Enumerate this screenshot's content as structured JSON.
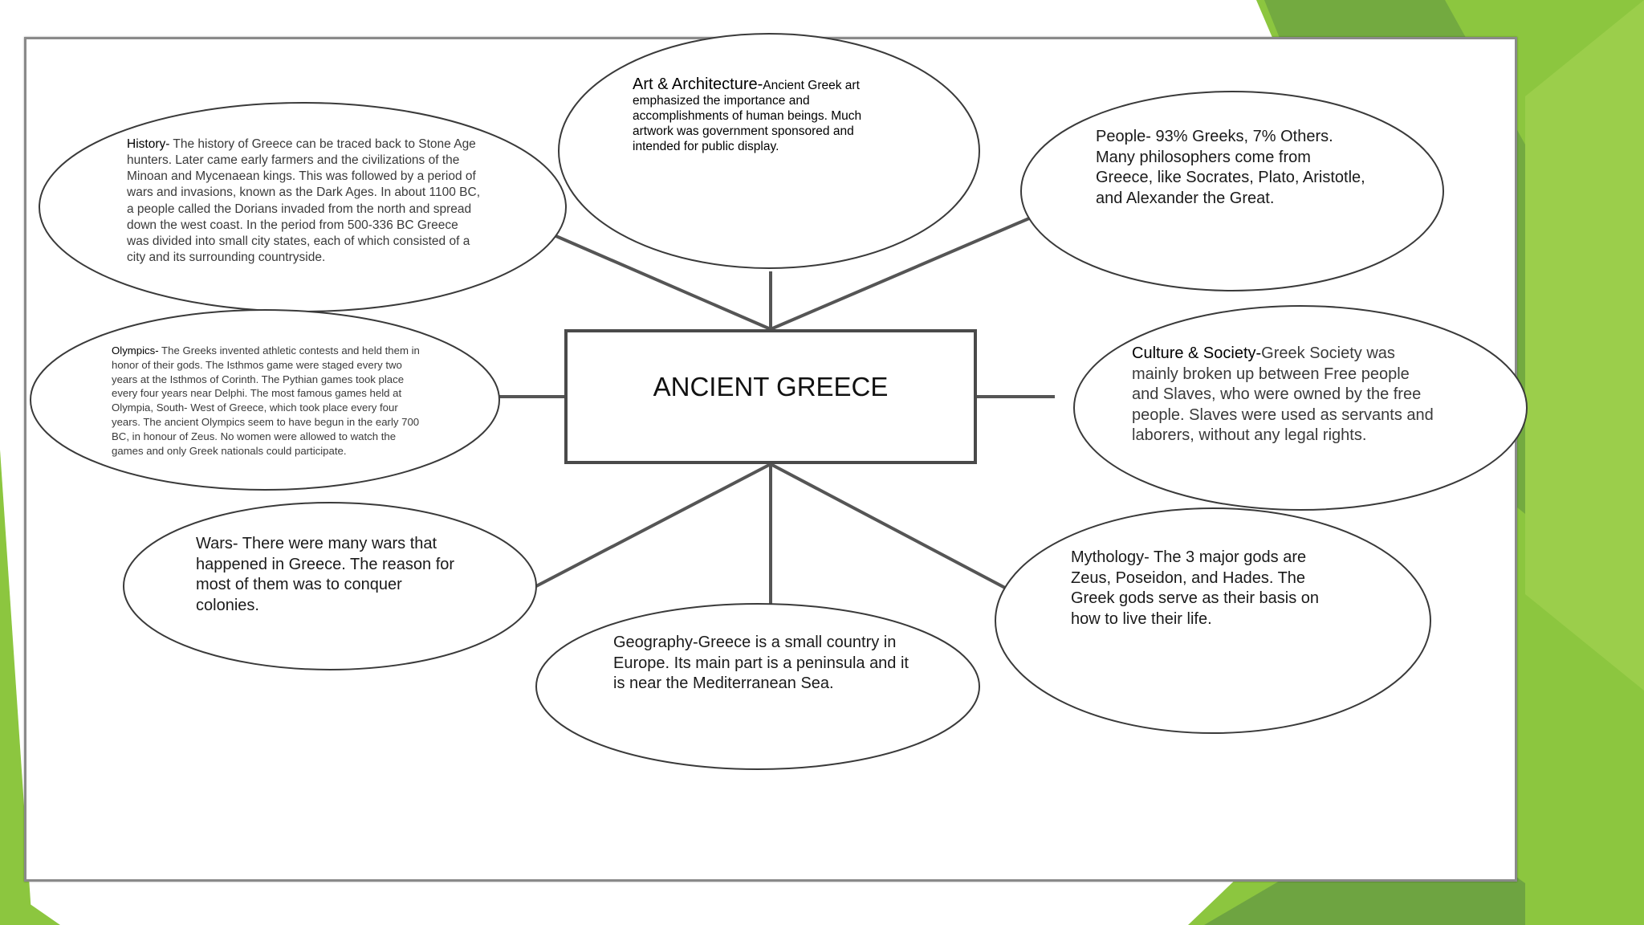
{
  "center": {
    "title": "ANCIENT GREECE"
  },
  "nodes": {
    "art": {
      "heading": "Art & Architecture-",
      "body": "Ancient Greek art emphasized the importance and accomplishments of human beings. Much artwork was government sponsored and intended for public display."
    },
    "history": {
      "heading": "History-",
      "body": " The history of Greece can be traced back to Stone Age hunters. Later came early farmers and the civilizations of the Minoan and Mycenaean kings. This was followed by a period of wars and invasions, known as the Dark Ages. In about 1100 BC, a people called the Dorians invaded from the north and spread down the west coast. In the period from 500-336 BC Greece was divided into small city states, each of which consisted of a city and its surrounding countryside."
    },
    "people": {
      "text": "People-  93% Greeks, 7% Others. Many philosophers come from Greece, like Socrates, Plato, Aristotle, and Alexander the Great."
    },
    "olympics": {
      "heading": "Olympics-",
      "body": " The Greeks invented athletic contests and held them in honor of their gods. The Isthmos game were staged every two years at the Isthmos of Corinth. The Pythian games took place every four years near Delphi. The most famous games held at Olympia, South- West of Greece, which took place every four years. The ancient Olympics seem to have begun in the early 700 BC, in honour of Zeus. No women were allowed to watch the games and only Greek nationals could participate."
    },
    "culture": {
      "heading": "Culture & Society-",
      "body": "Greek Society was mainly broken up between Free people and Slaves, who were owned by the free people. Slaves were used as servants and laborers, without any legal rights."
    },
    "wars": {
      "text": "Wars- There were many wars that happened in Greece. The reason for most of them was to conquer colonies."
    },
    "mythology": {
      "text": "Mythology- The 3 major gods are Zeus, Poseidon, and Hades. The Greek gods serve as their basis on how to live their life."
    },
    "geography": {
      "text": "Geography-Greece is a small country in Europe. Its main part is a peninsula and it is near the Mediterranean Sea."
    }
  },
  "colors": {
    "accent_green": "#8cc63f",
    "dark_green": "#5e9a34",
    "line": "#555555"
  }
}
